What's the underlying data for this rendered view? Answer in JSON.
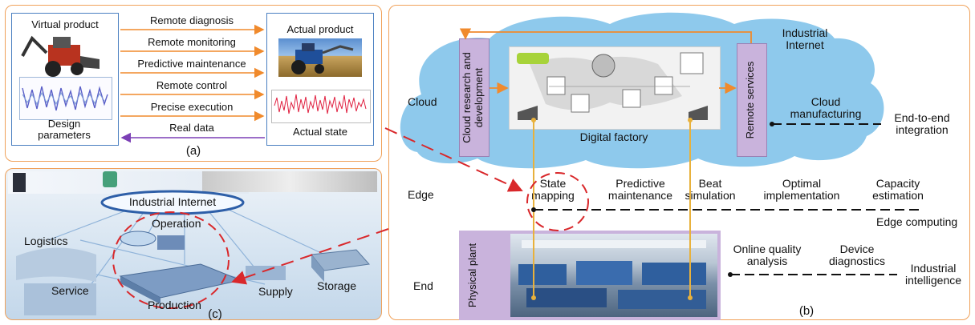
{
  "panel_a": {
    "caption": "(a)",
    "virtual_product": "Virtual product",
    "design_parameters": "Design parameters",
    "actual_product": "Actual product",
    "actual_state": "Actual state",
    "arrows": [
      "Remote diagnosis",
      "Remote monitoring",
      "Predictive maintenance",
      "Remote control",
      "Precise execution",
      "Real data"
    ]
  },
  "panel_b": {
    "caption": "(b)",
    "layers": {
      "cloud": "Cloud",
      "edge": "Edge",
      "end": "End"
    },
    "cloud_rd": "Cloud research and development",
    "digital_factory": "Digital factory",
    "remote_services": "Remote services",
    "industrial_internet": "Industrial Internet",
    "cloud_manufacturing": "Cloud manufacturing",
    "end_to_end": "End-to-end integration",
    "state_mapping": "State mapping",
    "predictive_maintenance": "Predictive maintenance",
    "beat_simulation": "Beat simulation",
    "optimal_implementation": "Optimal implementation",
    "capacity_estimation": "Capacity estimation",
    "edge_computing": "Edge computing",
    "physical_plant": "Physical plant",
    "online_quality": "Online quality analysis",
    "device_diagnostics": "Device diagnostics",
    "industrial_intelligence": "Industrial intelligence"
  },
  "panel_c": {
    "caption": "(c)",
    "industrial_internet": "Industrial Internet",
    "operation": "Operation",
    "logistics": "Logistics",
    "service": "Service",
    "production": "Production",
    "supply": "Supply",
    "storage": "Storage"
  },
  "colors": {
    "orange": "#f08a2c",
    "purple": "#7b3fb5",
    "blue": "#4a7fc1",
    "cloud": "#8ec9ec",
    "red": "#d9282b",
    "gold": "#e8b13c"
  }
}
